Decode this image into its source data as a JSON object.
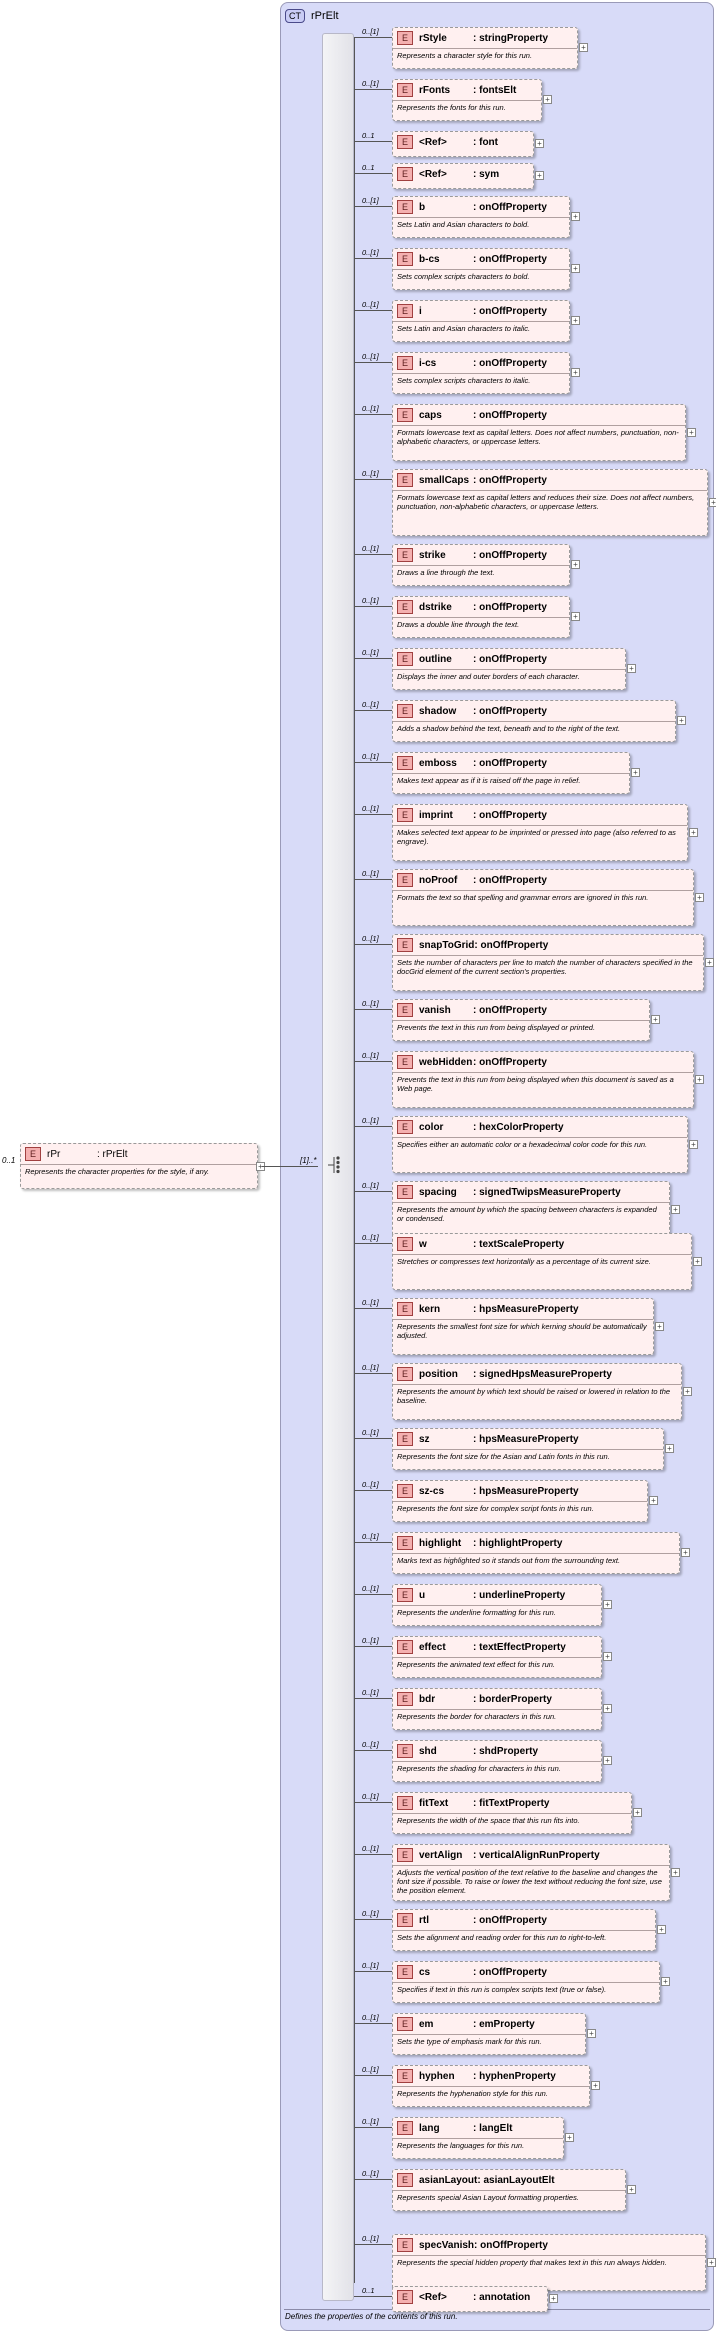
{
  "complex_type": {
    "badge": "CT",
    "name": "rPrElt",
    "description": "Defines the properties of the contents of this run."
  },
  "root": {
    "occurrence": "0..1",
    "badge": "E",
    "name": "rPr",
    "type": ": rPrElt",
    "description": "Represents the character properties for the style, if any.",
    "sequence_multiplicity": "[1]..*"
  },
  "elements": [
    {
      "occ": "0..[1]",
      "badge": "E",
      "name": "rStyle",
      "type": ": stringProperty",
      "desc": "Represents a character style for this run."
    },
    {
      "occ": "0..[1]",
      "badge": "E",
      "name": "rFonts",
      "type": ": fontsElt",
      "desc": "Represents the fonts for this run."
    },
    {
      "occ": "0..1",
      "badge": "E",
      "name": "<Ref>",
      "type": ": font",
      "desc": ""
    },
    {
      "occ": "0..1",
      "badge": "E",
      "name": "<Ref>",
      "type": ": sym",
      "desc": ""
    },
    {
      "occ": "0..[1]",
      "badge": "E",
      "name": "b",
      "type": ": onOffProperty",
      "desc": "Sets Latin and Asian characters to bold."
    },
    {
      "occ": "0..[1]",
      "badge": "E",
      "name": "b-cs",
      "type": ": onOffProperty",
      "desc": "Sets complex scripts characters to bold."
    },
    {
      "occ": "0..[1]",
      "badge": "E",
      "name": "i",
      "type": ": onOffProperty",
      "desc": "Sets Latin and Asian characters to italic."
    },
    {
      "occ": "0..[1]",
      "badge": "E",
      "name": "i-cs",
      "type": ": onOffProperty",
      "desc": "Sets complex scripts characters to italic."
    },
    {
      "occ": "0..[1]",
      "badge": "E",
      "name": "caps",
      "type": ": onOffProperty",
      "desc": "Formats lowercase text as capital letters. Does not affect numbers, punctuation, non-alphabetic characters, or uppercase letters."
    },
    {
      "occ": "0..[1]",
      "badge": "E",
      "name": "smallCaps",
      "type": ": onOffProperty",
      "desc": "Formats lowercase text as capital letters and reduces their size. Does not affect numbers, punctuation, non-alphabetic characters, or uppercase letters."
    },
    {
      "occ": "0..[1]",
      "badge": "E",
      "name": "strike",
      "type": ": onOffProperty",
      "desc": "Draws a line through the text."
    },
    {
      "occ": "0..[1]",
      "badge": "E",
      "name": "dstrike",
      "type": ": onOffProperty",
      "desc": "Draws a double line through the text."
    },
    {
      "occ": "0..[1]",
      "badge": "E",
      "name": "outline",
      "type": ": onOffProperty",
      "desc": "Displays the inner and outer borders of each character."
    },
    {
      "occ": "0..[1]",
      "badge": "E",
      "name": "shadow",
      "type": ": onOffProperty",
      "desc": "Adds a shadow behind the text, beneath and to the right of the text."
    },
    {
      "occ": "0..[1]",
      "badge": "E",
      "name": "emboss",
      "type": ": onOffProperty",
      "desc": "Makes text appear as if it is raised off the page in relief."
    },
    {
      "occ": "0..[1]",
      "badge": "E",
      "name": "imprint",
      "type": ": onOffProperty",
      "desc": "Makes selected text appear to be imprinted or pressed into page (also referred to as engrave)."
    },
    {
      "occ": "0..[1]",
      "badge": "E",
      "name": "noProof",
      "type": ": onOffProperty",
      "desc": "Formats the text so that spelling and grammar errors are ignored in this run."
    },
    {
      "occ": "0..[1]",
      "badge": "E",
      "name": "snapToGrid",
      "type": ": onOffProperty",
      "desc": "Sets the number of characters per line to match the number of characters specified in the docGrid element of the  current section's properties."
    },
    {
      "occ": "0..[1]",
      "badge": "E",
      "name": "vanish",
      "type": ": onOffProperty",
      "desc": "Prevents the text in this run from being displayed or printed."
    },
    {
      "occ": "0..[1]",
      "badge": "E",
      "name": "webHidden",
      "type": ": onOffProperty",
      "desc": "Prevents the text in this run from being displayed when this document is saved as a Web page."
    },
    {
      "occ": "0..[1]",
      "badge": "E",
      "name": "color",
      "type": ": hexColorProperty",
      "desc": "Specifies either an automatic color or a hexadecimal color code for this run."
    },
    {
      "occ": "0..[1]",
      "badge": "E",
      "name": "spacing",
      "type": ": signedTwipsMeasureProperty",
      "desc": "Represents the amount by which the spacing between characters is expanded or condensed."
    },
    {
      "occ": "0..[1]",
      "badge": "E",
      "name": "w",
      "type": ": textScaleProperty",
      "desc": "Stretches or compresses text horizontally as a percentage of its current size."
    },
    {
      "occ": "0..[1]",
      "badge": "E",
      "name": "kern",
      "type": ": hpsMeasureProperty",
      "desc": "Represents the smallest font size for which kerning should be automatically adjusted."
    },
    {
      "occ": "0..[1]",
      "badge": "E",
      "name": "position",
      "type": ": signedHpsMeasureProperty",
      "desc": "Represents the amount by which text should be raised or lowered in relation to the baseline."
    },
    {
      "occ": "0..[1]",
      "badge": "E",
      "name": "sz",
      "type": ": hpsMeasureProperty",
      "desc": "Represents the font size for the Asian and Latin fonts in this run."
    },
    {
      "occ": "0..[1]",
      "badge": "E",
      "name": "sz-cs",
      "type": ": hpsMeasureProperty",
      "desc": "Represents the font size for complex script fonts in this run."
    },
    {
      "occ": "0..[1]",
      "badge": "E",
      "name": "highlight",
      "type": ": highlightProperty",
      "desc": "Marks text as highlighted so it stands out from the surrounding text."
    },
    {
      "occ": "0..[1]",
      "badge": "E",
      "name": "u",
      "type": ": underlineProperty",
      "desc": "Represents the underline formatting for this run."
    },
    {
      "occ": "0..[1]",
      "badge": "E",
      "name": "effect",
      "type": ": textEffectProperty",
      "desc": "Represents the animated text effect for this run."
    },
    {
      "occ": "0..[1]",
      "badge": "E",
      "name": "bdr",
      "type": ": borderProperty",
      "desc": "Represents the border for characters in this run."
    },
    {
      "occ": "0..[1]",
      "badge": "E",
      "name": "shd",
      "type": ": shdProperty",
      "desc": "Represents the shading for characters in this run."
    },
    {
      "occ": "0..[1]",
      "badge": "E",
      "name": "fitText",
      "type": ": fitTextProperty",
      "desc": "Represents the width of the space that this run fits into."
    },
    {
      "occ": "0..[1]",
      "badge": "E",
      "name": "vertAlign",
      "type": ": verticalAlignRunProperty",
      "desc": "Adjusts the vertical position of the text relative to the baseline and changes the font size if possible. To raise or lower the text without reducing the font size, use the position element."
    },
    {
      "occ": "0..[1]",
      "badge": "E",
      "name": "rtl",
      "type": ": onOffProperty",
      "desc": "Sets the alignment and reading order for this run to right-to-left."
    },
    {
      "occ": "0..[1]",
      "badge": "E",
      "name": "cs",
      "type": ": onOffProperty",
      "desc": "Specifies if text in this run is complex scripts text (true or false)."
    },
    {
      "occ": "0..[1]",
      "badge": "E",
      "name": "em",
      "type": ": emProperty",
      "desc": "Sets the type of emphasis mark for this run."
    },
    {
      "occ": "0..[1]",
      "badge": "E",
      "name": "hyphen",
      "type": ": hyphenProperty",
      "desc": "Represents the hyphenation style for this run."
    },
    {
      "occ": "0..[1]",
      "badge": "E",
      "name": "lang",
      "type": ": langElt",
      "desc": "Represents the languages for this run."
    },
    {
      "occ": "0..[1]",
      "badge": "E",
      "name": "asianLayout",
      "type": ": asianLayoutElt",
      "desc": "Represents special Asian Layout formatting properties."
    },
    {
      "occ": "0..[1]",
      "badge": "E",
      "name": "specVanish",
      "type": ": onOffProperty",
      "desc": "Represents the special hidden property that makes text in this run always hidden."
    },
    {
      "occ": "0..1",
      "badge": "E",
      "name": "<Ref>",
      "type": ": annotation",
      "desc": ""
    }
  ]
}
